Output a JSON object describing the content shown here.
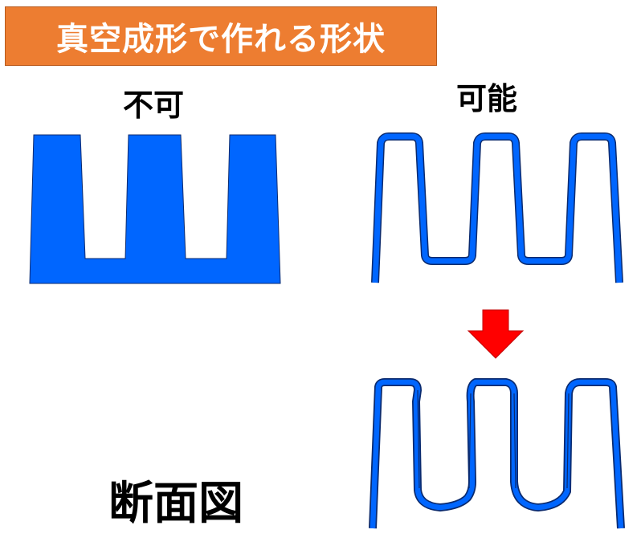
{
  "title": "真空成形で作れる形状",
  "labels": {
    "impossible": "不可",
    "possible": "可能",
    "section_view": "断面図"
  },
  "colors": {
    "banner": "#ed7d31",
    "shape_fill": "#0066ff",
    "shape_outline": "#0a2a6e",
    "arrow": "#ff0000"
  }
}
